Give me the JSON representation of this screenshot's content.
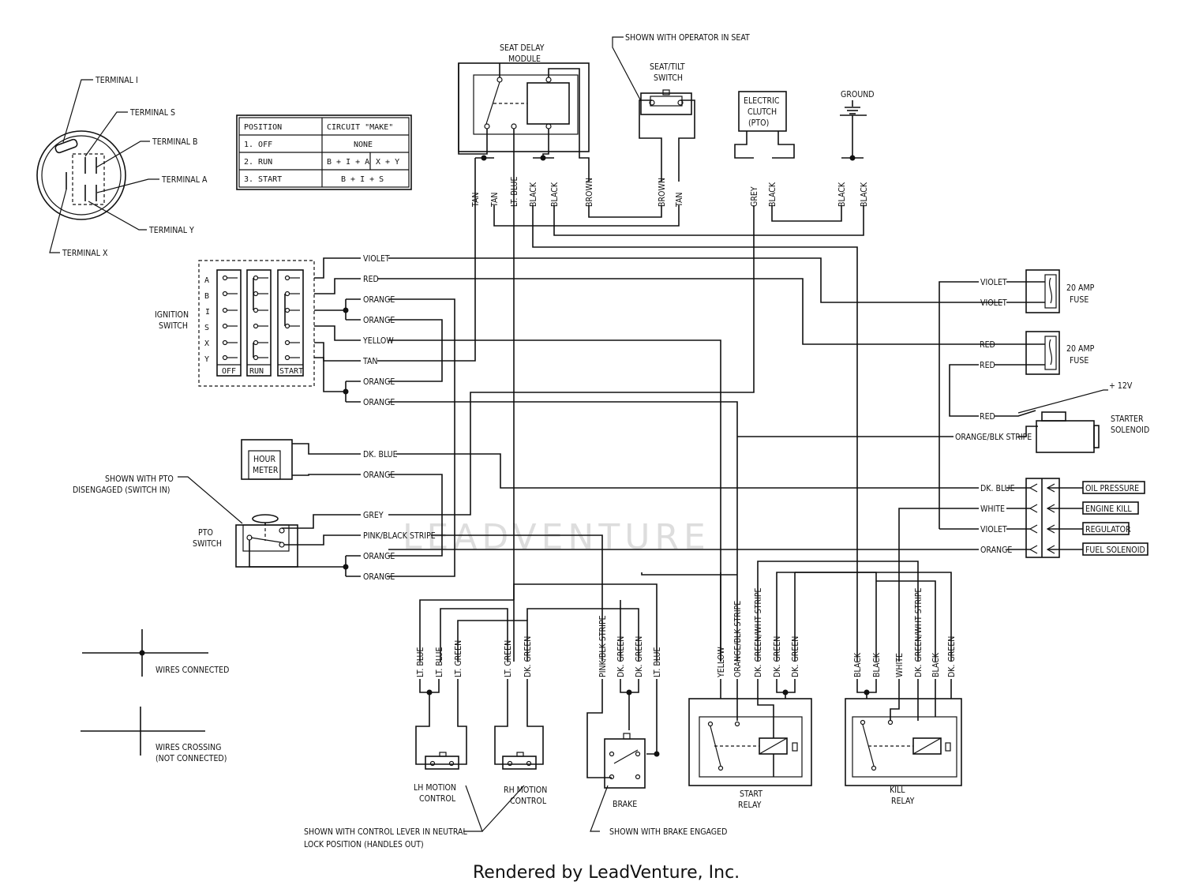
{
  "title_footer": "Rendered by LeadVenture, Inc.",
  "watermark": "LEADVENTURE",
  "ignition_switch": {
    "label": [
      "IGNITION",
      "SWITCH"
    ],
    "terminals": [
      "TERMINAL I",
      "TERMINAL S",
      "TERMINAL B",
      "TERMINAL A",
      "TERMINAL Y",
      "TERMINAL X"
    ],
    "letters": [
      "A",
      "B",
      "I",
      "S",
      "X",
      "Y"
    ],
    "positions": [
      "OFF",
      "RUN",
      "START"
    ]
  },
  "circuit_table": {
    "headers": [
      "POSITION",
      "CIRCUIT \"MAKE\""
    ],
    "rows": [
      [
        "1. OFF",
        "NONE",
        ""
      ],
      [
        "2. RUN",
        "B + I + A",
        "X + Y"
      ],
      [
        "3. START",
        "B + I + S",
        ""
      ]
    ]
  },
  "components": {
    "seat_delay": [
      "SEAT DELAY",
      "MODULE"
    ],
    "seat_note": "SHOWN WITH OPERATOR IN SEAT",
    "seat_switch": [
      "SEAT/TILT",
      "SWITCH"
    ],
    "clutch": [
      "ELECTRIC",
      "CLUTCH",
      "(PTO)"
    ],
    "ground": "GROUND",
    "hour_meter": [
      "HOUR",
      "METER"
    ],
    "pto_note": [
      "SHOWN WITH PTO",
      "DISENGAGED (SWITCH IN)"
    ],
    "pto_switch": [
      "PTO",
      "SWITCH"
    ],
    "fuse1": [
      "20 AMP",
      "FUSE"
    ],
    "fuse2": [
      "20 AMP",
      "FUSE"
    ],
    "plus12": "+ 12V",
    "starter": [
      "STARTER",
      "SOLENOID"
    ],
    "lh_motion": [
      "LH MOTION",
      "CONTROL"
    ],
    "rh_motion": [
      "RH MOTION",
      "CONTROL"
    ],
    "brake": "BRAKE",
    "start_relay": [
      "START",
      "RELAY"
    ],
    "kill_relay": [
      "KILL",
      "RELAY"
    ],
    "lever_note": [
      "SHOWN WITH CONTROL LEVER IN NEUTRAL",
      "LOCK POSITION (HANDLES OUT)"
    ],
    "brake_note": "SHOWN WITH BRAKE ENGAGED",
    "legend_connected": "WIRES CONNECTED",
    "legend_crossing": [
      "WIRES CROSSING",
      "(NOT CONNECTED)"
    ]
  },
  "connector": [
    "OIL PRESSURE",
    "ENGINE KILL",
    "REGULATOR",
    "FUEL SOLENOID"
  ],
  "wire_labels": {
    "ignition": [
      "VIOLET",
      "RED",
      "ORANGE",
      "ORANGE",
      "YELLOW",
      "TAN",
      "ORANGE",
      "ORANGE"
    ],
    "lower_left": [
      "DK. BLUE",
      "ORANGE",
      "GREY",
      "PINK/BLACK STRIPE",
      "ORANGE",
      "ORANGE"
    ],
    "right": [
      "VIOLET",
      "VIOLET",
      "RED",
      "RED",
      "RED",
      "ORANGE/BLK STRIPE",
      "DK. BLUE",
      "WHITE",
      "VIOLET",
      "ORANGE"
    ],
    "top": [
      "TAN",
      "TAN",
      "LT. BLUE",
      "BLACK",
      "BLACK",
      "BROWN",
      "BROWN",
      "TAN",
      "GREY",
      "BLACK",
      "BLACK",
      "BLACK"
    ],
    "bottom": [
      "LT. BLUE",
      "LT. BLUE",
      "LT. GREEN",
      "LT. GREEN",
      "DK. GREEN",
      "PINK/BLK STRIPE",
      "DK. GREEN",
      "DK. GREEN",
      "LT. BLUE",
      "YELLOW",
      "ORANGE/BLK STRIPE",
      "DK. GREEN/WHT STRIPE",
      "DK. GREEN",
      "DK. GREEN",
      "BLACK",
      "BLACK",
      "WHITE",
      "DK. GREEN/WHT STRIPE",
      "BLACK",
      "DK. GREEN"
    ]
  }
}
